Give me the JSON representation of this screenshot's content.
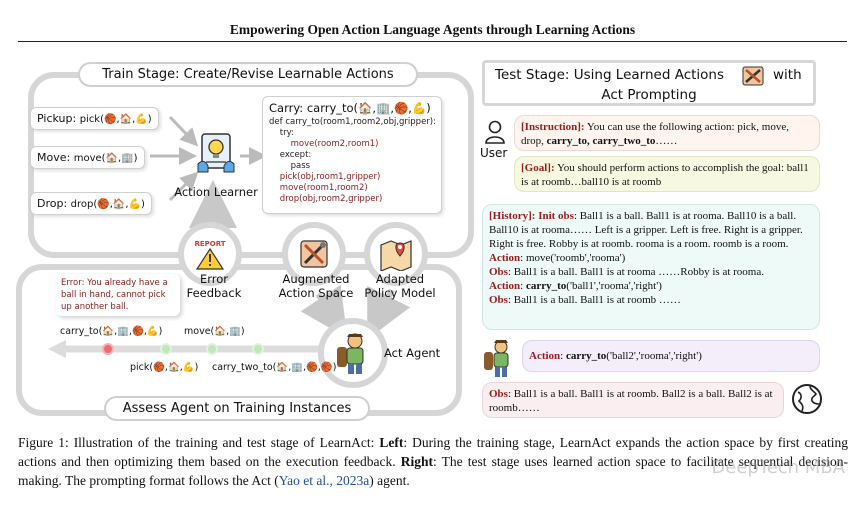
{
  "paper": {
    "title": "Empowering Open Action Language Agents through Learning Actions",
    "figure_caption": {
      "prefix": "Figure 1: Illustration of the training and test stage of LearnAct: ",
      "left_label": "Left",
      "left_text": ": During the training stage, LearnAct expands the action space by first creating actions and then optimizing them based on the execution feedback. ",
      "right_label": "Right",
      "right_text": ": The test stage uses learned action space to facilitate sequential decision-making. The prompting format follows the Act (",
      "citation": "Yao et al., 2023a",
      "suffix": ") agent."
    },
    "watermark": "DeepTech MBA"
  },
  "train": {
    "stage_title": "Train Stage: Create/Revise Learnable Actions",
    "assess_title": "Assess Agent on Training Instances",
    "actions": [
      {
        "label": "Pickup:",
        "call": "pick(🏀,🏠,💪)"
      },
      {
        "label": "Move:",
        "call": "move(🏠,🏢)"
      },
      {
        "label": "Drop:",
        "call": "drop(🏀,🏠,💪)"
      }
    ],
    "learner_label": "Action Learner",
    "code": {
      "title": "Carry:  carry_to(🏠,🏢,🏀,💪)",
      "lines": [
        "def carry_to(room1,room2,obj,gripper):",
        "    try:",
        "        move(room2,room1)",
        "    except:",
        "        pass",
        "    pick(obj,room1,gripper)",
        "    move(room1,room2)",
        "    drop(obj,room2,gripper)"
      ]
    },
    "circles": {
      "error_feedback": "Error\nFeedback",
      "report_tag": "REPORT",
      "augmented": "Augmented\nAction Space",
      "adapted": "Adapted\nPolicy Model",
      "agent": "Act Agent"
    },
    "error_message": "Error: You already have a ball in hand, cannot pick up another ball.",
    "timeline": {
      "carry_to": "carry_to(🏠,🏢,🏀,💪)",
      "move": "move(🏠,🏢)",
      "pick": "pick(🏀,🏠,💪)",
      "carry_two_to": "carry_two_to(🏠,🏢,🏀,🏀)"
    }
  },
  "test": {
    "stage_title_1": "Test Stage:  Using Learned Actions",
    "stage_title_2": "with",
    "stage_title_3": "Act Prompting",
    "user_label": "User",
    "instruction": {
      "tag": "[Instruction]:",
      "text": " You can use the following action: pick, move, drop, ",
      "bold": "carry_to, carry_two_to",
      "suffix": "……"
    },
    "goal": {
      "tag": "[Goal]:",
      "text": " You should perform actions to accomplish the goal: ball1 is at roomb…ball10 is at roomb"
    },
    "history": {
      "tag": "[History]:",
      "init_tag": "Init obs",
      "init_text": ": Ball1 is a ball.  Ball1 is at rooma.  Ball10 is a ball.  Ball10 is at rooma…… Left is a gripper.  Left is free.  Right is a gripper.  Right is free.  Robby is at roomb. rooma is a room. roomb is a room.",
      "action1_tag": "Action",
      "action1_text": ": move('roomb','rooma')",
      "obs1_tag": "Obs",
      "obs1_text": ": Ball1 is a ball.  Ball1 is at rooma ……Robby is at rooma.",
      "action2_tag": "Action",
      "action2_colon": ": ",
      "action2_bold": "carry_to",
      "action2_text": "('ball1','rooma','right')",
      "obs2_tag": "Obs",
      "obs2_text": ": Ball1 is a ball. Ball1 is at roomb ……"
    },
    "agent_action": {
      "tag": "Action",
      "colon": ": ",
      "bold": "carry_to",
      "text": "('ball2','rooma','right')"
    },
    "env_obs": {
      "tag": "Obs",
      "text": ": Ball1 is a ball. Ball1 is at roomb. Ball2 is a ball. Ball2 is at roomb……"
    }
  },
  "colors": {
    "frame_grey": "#d6d6d6",
    "instruction_bg": "#fff4ee",
    "goal_bg": "#f6f9e0",
    "history_bg": "#eefaf8",
    "action_bg": "#f3eef9",
    "obs_bg": "#fbeef0",
    "tag_red": "#9b1b1b",
    "error_red": "#8a1c1c",
    "citation_blue": "#1f4fa8"
  }
}
